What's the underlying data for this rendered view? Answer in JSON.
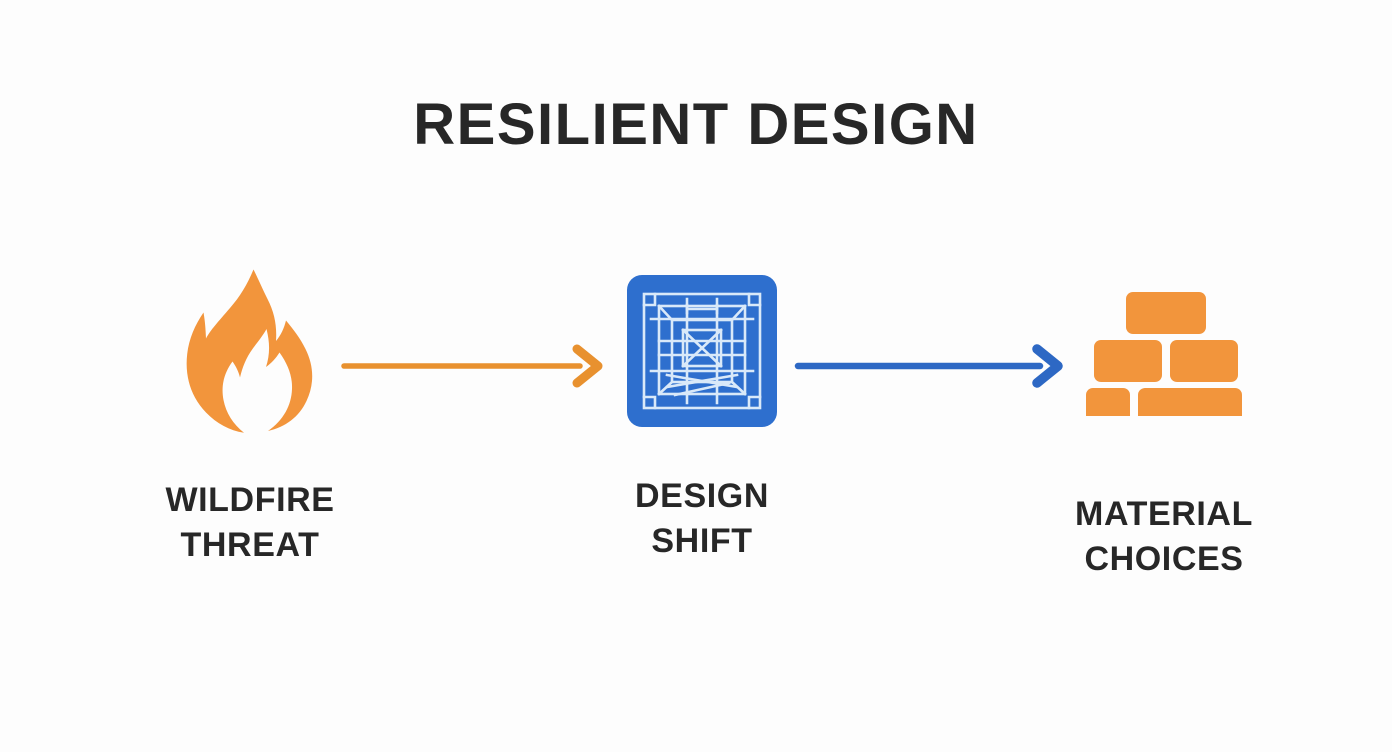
{
  "page": {
    "title": "RESILIENT DESIGN",
    "background_color": "#fdfdfd",
    "text_color": "#272727"
  },
  "palette": {
    "orange": "#F2953C",
    "orange_arrow": "#E8912F",
    "blue": "#2E6FCE",
    "blue_arrow": "#2D68C4",
    "blueprint_line": "#D9E9F9",
    "dark_text": "#272727"
  },
  "flow": {
    "stages": [
      {
        "id": "wildfire-threat",
        "icon": "flame-icon",
        "icon_color": "#F2953C",
        "label": "WILDFIRE\nTHREAT"
      },
      {
        "id": "design-shift",
        "icon": "blueprint-icon",
        "icon_color": "#2E6FCE",
        "label": "DESIGN\nSHIFT"
      },
      {
        "id": "material-choices",
        "icon": "brick-wall-icon",
        "icon_color": "#F2953C",
        "label": "MATERIAL\nCHOICES"
      }
    ],
    "arrows": [
      {
        "id": "arrow-wildfire-to-design",
        "icon": "arrow-right-icon",
        "color": "#E8912F",
        "direction": "right"
      },
      {
        "id": "arrow-design-to-material",
        "icon": "arrow-right-icon",
        "color": "#2D68C4",
        "direction": "right"
      }
    ]
  }
}
